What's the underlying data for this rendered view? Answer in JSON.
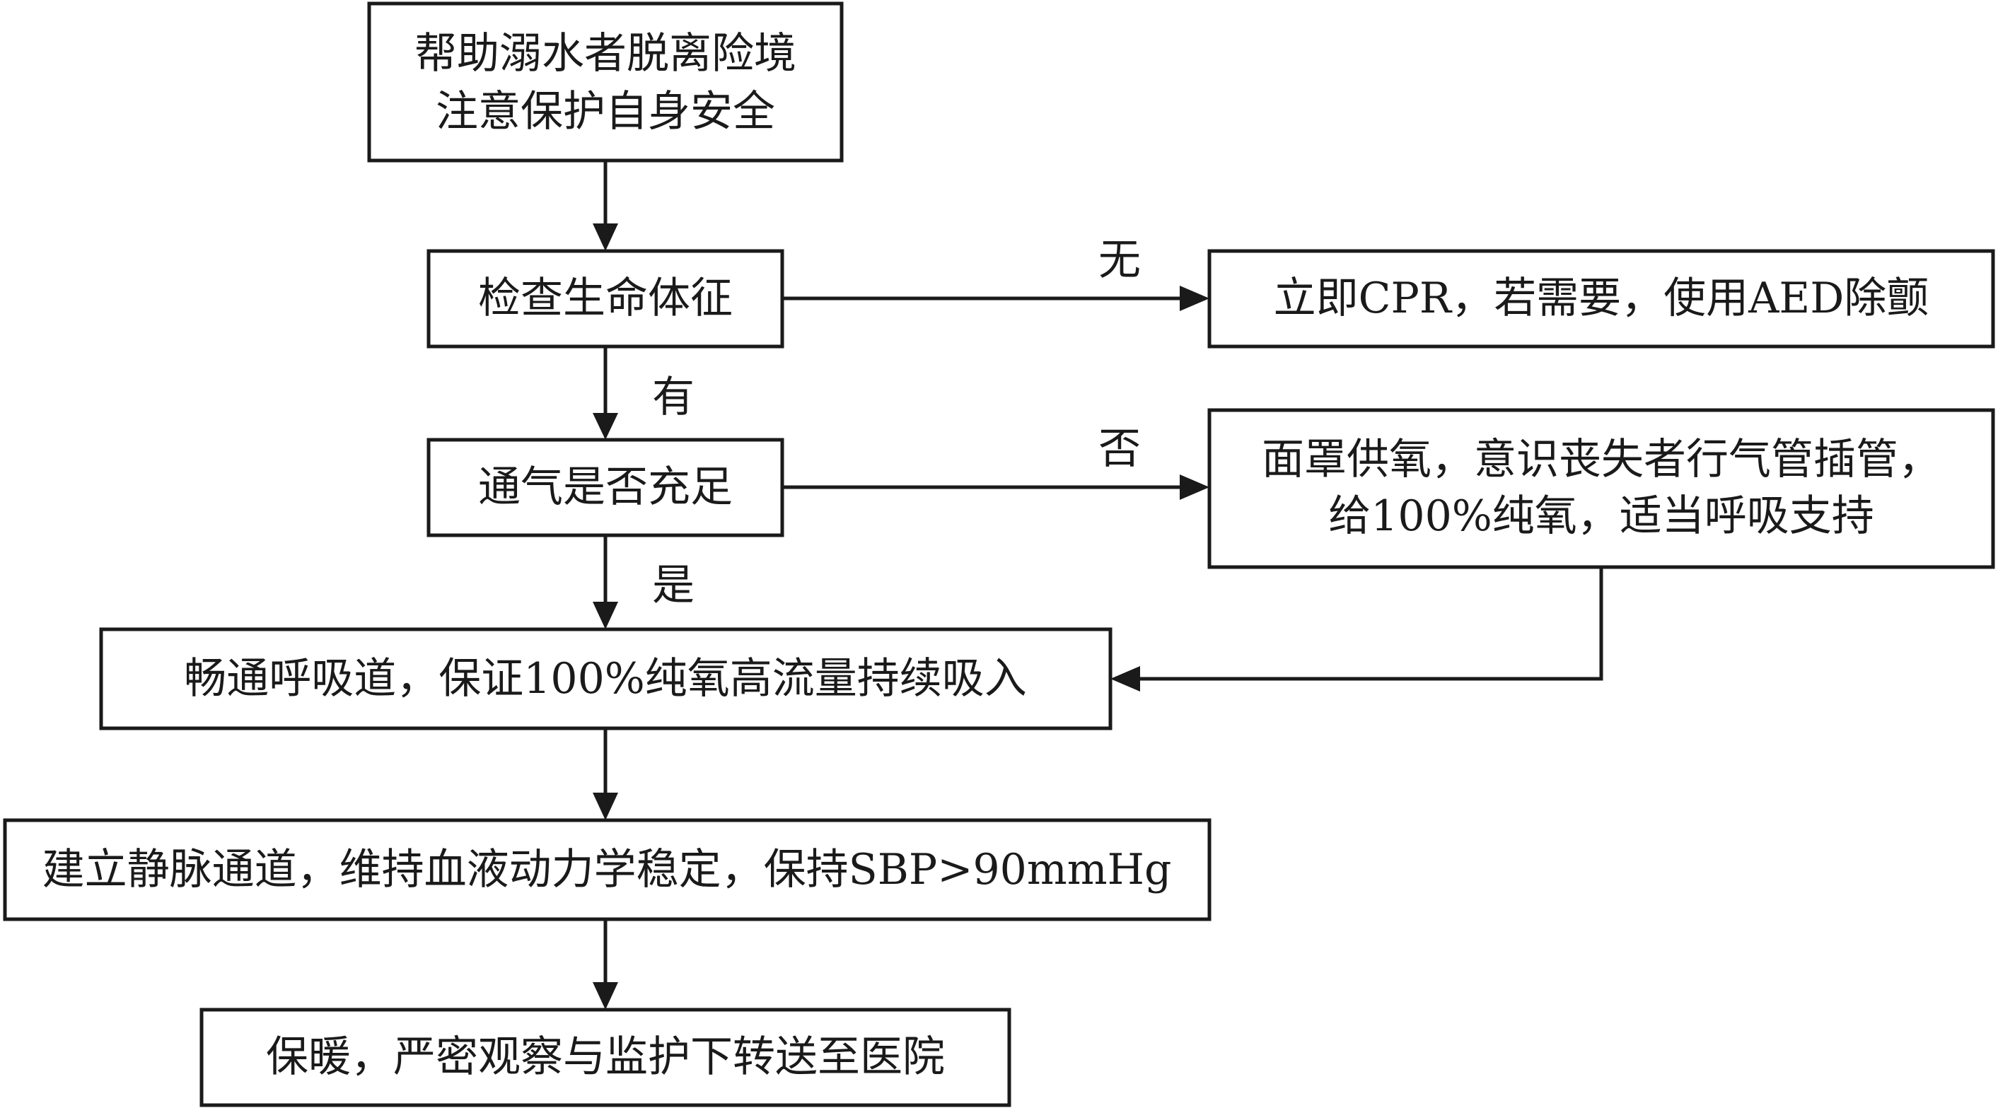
{
  "nodes": {
    "rescue": {
      "line1": "帮助溺水者脱离险境",
      "line2": "注意保护自身安全"
    },
    "check_vitals": {
      "text": "检查生命体征"
    },
    "cpr": {
      "text": "立即CPR，若需要，使用AED除颤"
    },
    "ventilation": {
      "text": "通气是否充足"
    },
    "oxygen_support": {
      "line1": "面罩供氧，意识丧失者行气管插管，",
      "line2": "给100%纯氧，适当呼吸支持"
    },
    "airway": {
      "text": "畅通呼吸道，保证100%纯氧高流量持续吸入"
    },
    "iv_access": {
      "text": "建立静脉通道，维持血液动力学稳定，保持SBP>90mmHg"
    },
    "transport": {
      "text": "保暖，严密观察与监护下转送至医院"
    }
  },
  "edges": {
    "no_vitals_label": "无",
    "has_vitals_label": "有",
    "not_adequate_label": "否",
    "adequate_label": "是"
  }
}
